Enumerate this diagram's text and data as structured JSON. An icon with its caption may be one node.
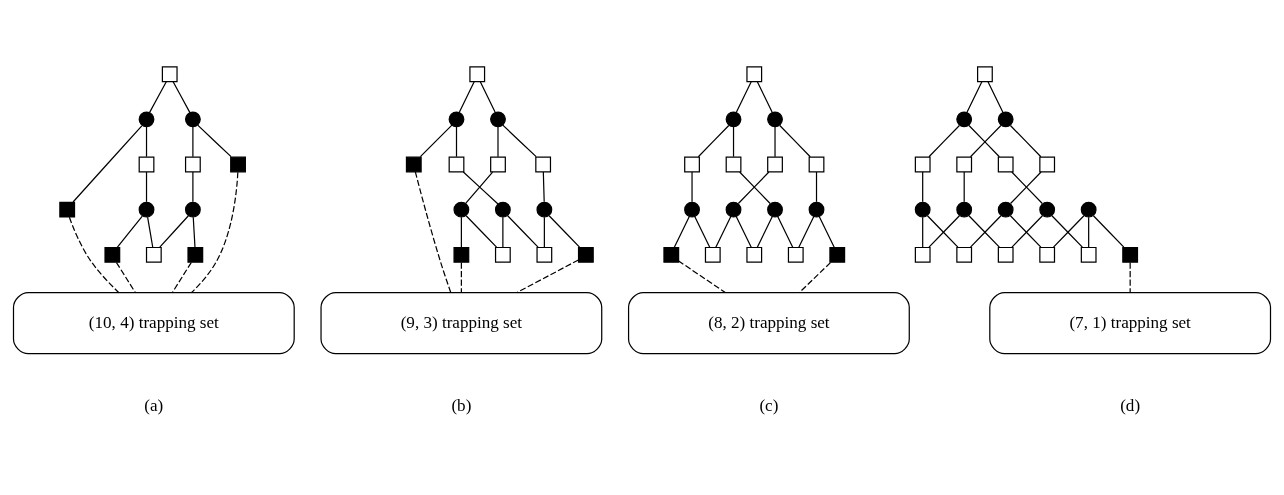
{
  "diagram": {
    "nodes": [
      {
        "text": [],
        "shape": "box"
      },
      {
        "text": [],
        "shape": "circle"
      },
      {
        "text": [],
        "shape": "circle"
      },
      {
        "text": [],
        "shape": "box"
      },
      {
        "text": [],
        "shape": "box"
      },
      {
        "text": [],
        "shape": "box"
      },
      {
        "text": [],
        "shape": "box"
      },
      {
        "text": [],
        "shape": "circle"
      },
      {
        "text": [],
        "shape": "circle"
      },
      {
        "text": [],
        "shape": "box"
      },
      {
        "text": [],
        "shape": "box"
      },
      {
        "text": [],
        "shape": "box"
      },
      {
        "text": [
          "(10, 4) trapping set"
        ]
      },
      {
        "text": [],
        "shape": "box"
      },
      {
        "text": [],
        "shape": "circle"
      },
      {
        "text": [],
        "shape": "circle"
      },
      {
        "text": [],
        "shape": "box"
      },
      {
        "text": [],
        "shape": "box"
      },
      {
        "text": [],
        "shape": "box"
      },
      {
        "text": [],
        "shape": "box"
      },
      {
        "text": [],
        "shape": "circle"
      },
      {
        "text": [],
        "shape": "circle"
      },
      {
        "text": [],
        "shape": "box"
      },
      {
        "text": [],
        "shape": "box"
      },
      {
        "text": [],
        "shape": "box"
      },
      {
        "text": [],
        "shape": "circle"
      },
      {
        "text": [],
        "shape": "box"
      },
      {
        "text": [
          "(9, 3) trapping set"
        ]
      },
      {
        "text": [],
        "shape": "box"
      },
      {
        "text": [],
        "shape": "circle"
      },
      {
        "text": [],
        "shape": "circle"
      },
      {
        "text": [],
        "shape": "box"
      },
      {
        "text": [],
        "shape": "box"
      },
      {
        "text": [],
        "shape": "box"
      },
      {
        "text": [],
        "shape": "box"
      },
      {
        "text": [],
        "shape": "circle"
      },
      {
        "text": [],
        "shape": "circle"
      },
      {
        "text": [],
        "shape": "box"
      },
      {
        "text": [],
        "shape": "box"
      },
      {
        "text": [],
        "shape": "box"
      },
      {
        "text": [],
        "shape": "circle"
      },
      {
        "text": [],
        "shape": "circle"
      },
      {
        "text": [],
        "shape": "box"
      },
      {
        "text": [],
        "shape": "box"
      },
      {
        "text": [
          "(8, 2) trapping set"
        ]
      },
      {
        "text": [],
        "shape": "box"
      },
      {
        "text": [],
        "shape": "circle"
      },
      {
        "text": [],
        "shape": "circle"
      },
      {
        "text": [],
        "shape": "box"
      },
      {
        "text": [],
        "shape": "box"
      },
      {
        "text": [],
        "shape": "box"
      },
      {
        "text": [],
        "shape": "box"
      },
      {
        "text": [],
        "shape": "circle"
      },
      {
        "text": [],
        "shape": "circle"
      },
      {
        "text": [],
        "shape": "box"
      },
      {
        "text": [],
        "shape": "box"
      },
      {
        "text": [],
        "shape": "box"
      },
      {
        "text": [],
        "shape": "circle"
      },
      {
        "text": [],
        "shape": "circle"
      },
      {
        "text": [],
        "shape": "circle"
      },
      {
        "text": [],
        "shape": "box"
      },
      {
        "text": [],
        "shape": "box"
      },
      {
        "text": [],
        "shape": "box"
      },
      {
        "text": [
          "(7, 1) trapping set"
        ]
      }
    ],
    "edges": [
      {
        "from": 0,
        "to": 1,
        "arrow": "none"
      },
      {
        "from": 0,
        "to": 2,
        "arrow": "none"
      },
      {
        "from": 1,
        "to": 3,
        "arrow": "none"
      },
      {
        "from": 1,
        "to": 4,
        "arrow": "none"
      },
      {
        "from": 2,
        "to": 5,
        "arrow": "none"
      },
      {
        "from": 2,
        "to": 6,
        "arrow": "none"
      },
      {
        "from": 4,
        "to": 7,
        "arrow": "none"
      },
      {
        "from": 5,
        "to": 8,
        "arrow": "none"
      },
      {
        "from": 7,
        "to": 9,
        "arrow": "none"
      },
      {
        "from": 7,
        "to": 10,
        "arrow": "none"
      },
      {
        "from": 8,
        "to": 10,
        "arrow": "none"
      },
      {
        "from": 8,
        "to": 11,
        "arrow": "none"
      },
      {
        "from": 3,
        "to": 12,
        "arrow": "none",
        "style": "dashed"
      },
      {
        "from": 9,
        "to": 12,
        "arrow": "none",
        "style": "dashed"
      },
      {
        "from": 11,
        "to": 12,
        "arrow": "none",
        "style": "dashed"
      },
      {
        "from": 6,
        "to": 12,
        "arrow": "none",
        "style": "dashed"
      },
      {
        "from": 13,
        "to": 14,
        "arrow": "none"
      },
      {
        "from": 13,
        "to": 15,
        "arrow": "none"
      },
      {
        "from": 14,
        "to": 16,
        "arrow": "none"
      },
      {
        "from": 14,
        "to": 17,
        "arrow": "none"
      },
      {
        "from": 15,
        "to": 18,
        "arrow": "none"
      },
      {
        "from": 15,
        "to": 19,
        "arrow": "none"
      },
      {
        "from": 17,
        "to": 20,
        "arrow": "none"
      },
      {
        "from": 18,
        "to": 21,
        "arrow": "none"
      },
      {
        "from": 20,
        "to": 22,
        "arrow": "none"
      },
      {
        "from": 20,
        "to": 23,
        "arrow": "none"
      },
      {
        "from": 21,
        "to": 23,
        "arrow": "none"
      },
      {
        "from": 21,
        "to": 24,
        "arrow": "none"
      },
      {
        "from": 16,
        "to": 25,
        "arrow": "none"
      },
      {
        "from": 25,
        "to": 24,
        "arrow": "none"
      },
      {
        "from": 25,
        "to": 26,
        "arrow": "none"
      },
      {
        "from": 26,
        "to": 27,
        "arrow": "none",
        "style": "dashed"
      },
      {
        "from": 22,
        "to": 27,
        "arrow": "none",
        "style": "dashed"
      },
      {
        "from": 19,
        "to": 27,
        "arrow": "none",
        "style": "dashed"
      },
      {
        "from": 28,
        "to": 29,
        "arrow": "none"
      },
      {
        "from": 28,
        "to": 30,
        "arrow": "none"
      },
      {
        "from": 29,
        "to": 31,
        "arrow": "none"
      },
      {
        "from": 29,
        "to": 32,
        "arrow": "none"
      },
      {
        "from": 30,
        "to": 33,
        "arrow": "none"
      },
      {
        "from": 30,
        "to": 34,
        "arrow": "none"
      },
      {
        "from": 32,
        "to": 35,
        "arrow": "none"
      },
      {
        "from": 33,
        "to": 36,
        "arrow": "none"
      },
      {
        "from": 35,
        "to": 37,
        "arrow": "none"
      },
      {
        "from": 36,
        "to": 37,
        "arrow": "none"
      },
      {
        "from": 35,
        "to": 38,
        "arrow": "none"
      },
      {
        "from": 36,
        "to": 39,
        "arrow": "none"
      },
      {
        "from": 31,
        "to": 40,
        "arrow": "none"
      },
      {
        "from": 34,
        "to": 41,
        "arrow": "none"
      },
      {
        "from": 40,
        "to": 39,
        "arrow": "none"
      },
      {
        "from": 41,
        "to": 38,
        "arrow": "none"
      },
      {
        "from": 40,
        "to": 42,
        "arrow": "none"
      },
      {
        "from": 41,
        "to": 43,
        "arrow": "none"
      },
      {
        "from": 42,
        "to": 44,
        "arrow": "none",
        "style": "dashed"
      },
      {
        "from": 43,
        "to": 44,
        "arrow": "none",
        "style": "dashed"
      },
      {
        "from": 45,
        "to": 46,
        "arrow": "none"
      },
      {
        "from": 45,
        "to": 47,
        "arrow": "none"
      },
      {
        "from": 46,
        "to": 48,
        "arrow": "none"
      },
      {
        "from": 46,
        "to": 49,
        "arrow": "none"
      },
      {
        "from": 47,
        "to": 50,
        "arrow": "none"
      },
      {
        "from": 47,
        "to": 51,
        "arrow": "none"
      },
      {
        "from": 49,
        "to": 52,
        "arrow": "none"
      },
      {
        "from": 50,
        "to": 53,
        "arrow": "none"
      },
      {
        "from": 52,
        "to": 54,
        "arrow": "none"
      },
      {
        "from": 53,
        "to": 54,
        "arrow": "none"
      },
      {
        "from": 52,
        "to": 55,
        "arrow": "none"
      },
      {
        "from": 53,
        "to": 56,
        "arrow": "none"
      },
      {
        "from": 48,
        "to": 57,
        "arrow": "none"
      },
      {
        "from": 51,
        "to": 59,
        "arrow": "none"
      },
      {
        "from": 57,
        "to": 56,
        "arrow": "none"
      },
      {
        "from": 59,
        "to": 55,
        "arrow": "none"
      },
      {
        "from": 57,
        "to": 60,
        "arrow": "none"
      },
      {
        "from": 59,
        "to": 62,
        "arrow": "none"
      },
      {
        "from": 58,
        "to": 60,
        "arrow": "none"
      },
      {
        "from": 58,
        "to": 62,
        "arrow": "none"
      },
      {
        "from": 58,
        "to": 61,
        "arrow": "none"
      },
      {
        "from": 61,
        "to": 63,
        "arrow": "none",
        "style": "dashed"
      }
    ],
    "labels": [
      "(a)",
      "(b)",
      "(c)",
      "(d)"
    ]
  }
}
